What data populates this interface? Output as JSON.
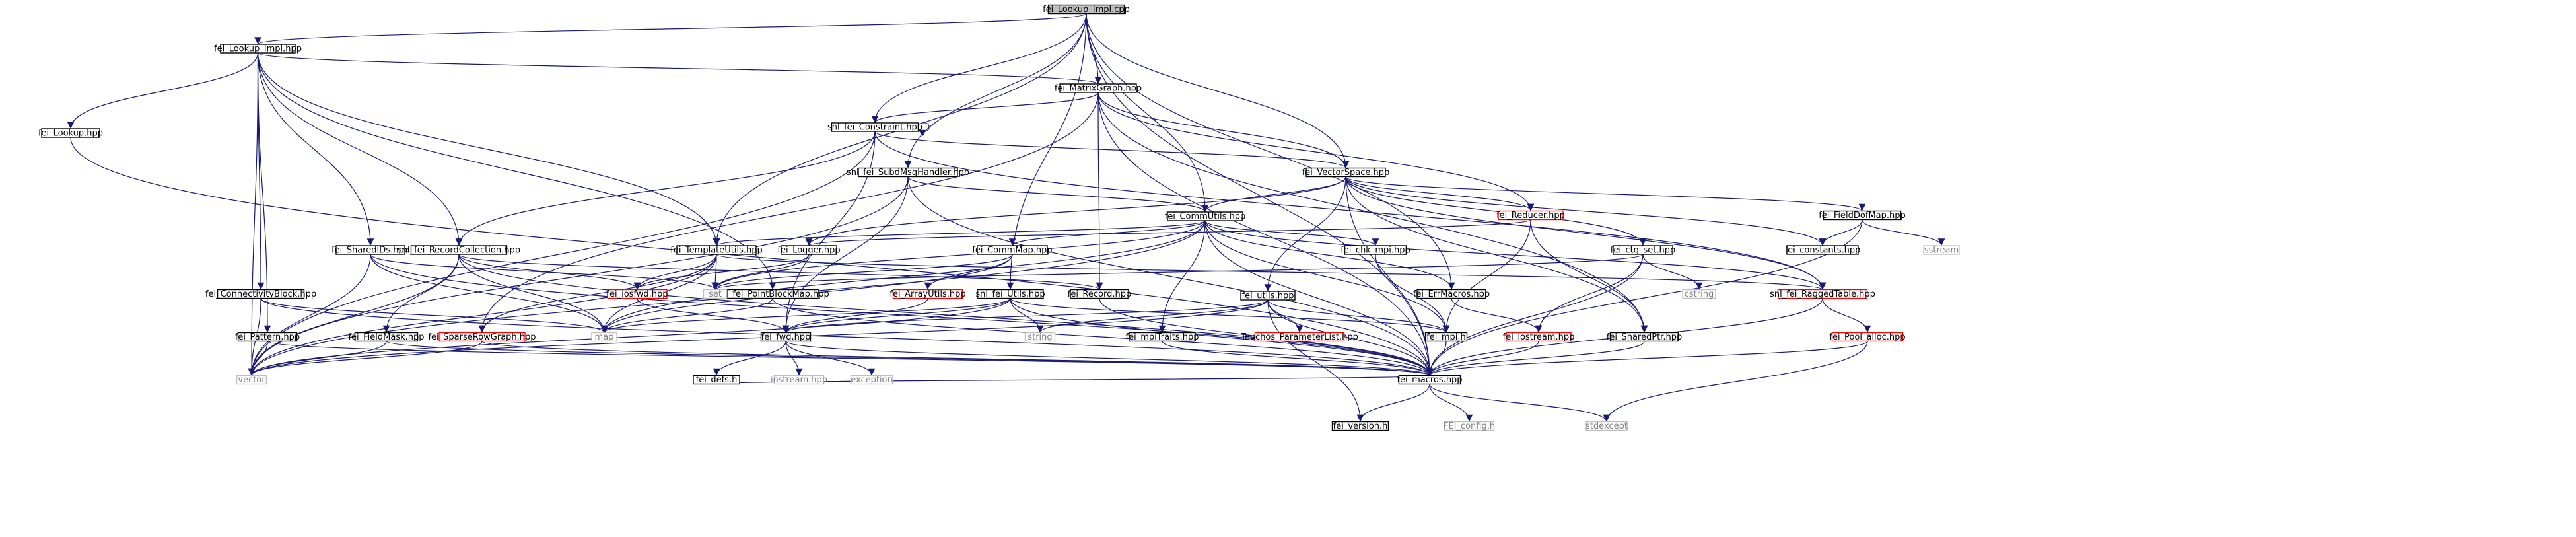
{
  "diagram": {
    "type": "include-dependency-graph",
    "colors": {
      "edge": "#191970",
      "root_fill": "#bfbfbf",
      "border": "#000000",
      "undocumented_border": "#ff0000",
      "external_border": "#bfbfbf",
      "external_text": "#7f7f7f"
    },
    "nodes": [
      {
        "id": "fei_Lookup_Impl_cpp",
        "label": "fei_Lookup_Impl.cpp",
        "kind": "root"
      },
      {
        "id": "fei_Lookup_Impl_hpp",
        "label": "fei_Lookup_Impl.hpp",
        "kind": "normal"
      },
      {
        "id": "fei_Lookup_hpp",
        "label": "fei_Lookup.hpp",
        "kind": "normal"
      },
      {
        "id": "fei_MatrixGraph_hpp",
        "label": "fei_MatrixGraph.hpp",
        "kind": "normal"
      },
      {
        "id": "snl_fei_Constraint_hpp",
        "label": "snl_fei_Constraint.hpp",
        "kind": "normal"
      },
      {
        "id": "snl_fei_SubdMsgHandler_hpp",
        "label": "snl_fei_SubdMsgHandler.hpp",
        "kind": "normal"
      },
      {
        "id": "fei_VectorSpace_hpp",
        "label": "fei_VectorSpace.hpp",
        "kind": "normal"
      },
      {
        "id": "fei_CommUtils_hpp",
        "label": "fei_CommUtils.hpp",
        "kind": "normal"
      },
      {
        "id": "fei_Reducer_hpp",
        "label": "fei_Reducer.hpp",
        "kind": "undocumented"
      },
      {
        "id": "fei_FieldDofMap_hpp",
        "label": "fei_FieldDofMap.hpp",
        "kind": "normal"
      },
      {
        "id": "fei_SharedIDs_hpp",
        "label": "fei_SharedIDs.hpp",
        "kind": "normal"
      },
      {
        "id": "snl_fei_RecordCollection_hpp",
        "label": "snl_fei_RecordCollection.hpp",
        "kind": "normal"
      },
      {
        "id": "fei_TemplateUtils_hpp",
        "label": "fei_TemplateUtils.hpp",
        "kind": "normal"
      },
      {
        "id": "fei_Logger_hpp",
        "label": "fei_Logger.hpp",
        "kind": "normal"
      },
      {
        "id": "fei_CommMap_hpp",
        "label": "fei_CommMap.hpp",
        "kind": "normal"
      },
      {
        "id": "fei_chk_mpi_hpp",
        "label": "fei_chk_mpi.hpp",
        "kind": "normal"
      },
      {
        "id": "fei_ctg_set_hpp",
        "label": "fei_ctg_set.hpp",
        "kind": "normal"
      },
      {
        "id": "fei_constants_hpp",
        "label": "fei_constants.hpp",
        "kind": "normal"
      },
      {
        "id": "sstream",
        "label": "sstream",
        "kind": "external"
      },
      {
        "id": "fei_ConnectivityBlock_hpp",
        "label": "fei_ConnectivityBlock.hpp",
        "kind": "normal"
      },
      {
        "id": "fei_iosfwd_hpp",
        "label": "fei_iosfwd.hpp",
        "kind": "undocumented"
      },
      {
        "id": "snl_fei_PointBlockMap_hpp",
        "label": "snl_fei_PointBlockMap.hpp",
        "kind": "normal"
      },
      {
        "id": "fei_ArrayUtils_hpp",
        "label": "fei_ArrayUtils.hpp",
        "kind": "undocumented"
      },
      {
        "id": "set",
        "label": "set",
        "kind": "external"
      },
      {
        "id": "snl_fei_Utils_hpp",
        "label": "snl_fei_Utils.hpp",
        "kind": "normal"
      },
      {
        "id": "fei_Record_hpp",
        "label": "fei_Record.hpp",
        "kind": "normal"
      },
      {
        "id": "fei_ErrMacros_hpp",
        "label": "fei_ErrMacros.hpp",
        "kind": "normal"
      },
      {
        "id": "cstring",
        "label": "cstring",
        "kind": "external"
      },
      {
        "id": "snl_fei_RaggedTable_hpp",
        "label": "snl_fei_RaggedTable.hpp",
        "kind": "undocumented"
      },
      {
        "id": "fei_utils_hpp",
        "label": "fei_utils.hpp",
        "kind": "normal"
      },
      {
        "id": "fei_Pattern_hpp",
        "label": "fei_Pattern.hpp",
        "kind": "normal"
      },
      {
        "id": "fei_FieldMask_hpp",
        "label": "fei_FieldMask.hpp",
        "kind": "normal"
      },
      {
        "id": "fei_SparseRowGraph_hpp",
        "label": "fei_SparseRowGraph.hpp",
        "kind": "undocumented"
      },
      {
        "id": "map",
        "label": "map",
        "kind": "external"
      },
      {
        "id": "fei_fwd_hpp",
        "label": "fei_fwd.hpp",
        "kind": "normal"
      },
      {
        "id": "string",
        "label": "string",
        "kind": "external"
      },
      {
        "id": "fei_mpiTraits_hpp",
        "label": "fei_mpiTraits.hpp",
        "kind": "normal"
      },
      {
        "id": "Teuchos_ParameterList_hpp",
        "label": "Teuchos_ParameterList.hpp",
        "kind": "undocumented"
      },
      {
        "id": "fei_mpi_h",
        "label": "fei_mpi.h",
        "kind": "normal"
      },
      {
        "id": "fei_iostream_hpp",
        "label": "fei_iostream.hpp",
        "kind": "undocumented"
      },
      {
        "id": "fei_SharedPtr_hpp",
        "label": "fei_SharedPtr.hpp",
        "kind": "normal"
      },
      {
        "id": "fei_Pool_alloc_hpp",
        "label": "fei_Pool_alloc.hpp",
        "kind": "undocumented"
      },
      {
        "id": "vector",
        "label": "vector",
        "kind": "external"
      },
      {
        "id": "fei_defs_h",
        "label": "fei_defs.h",
        "kind": "normal"
      },
      {
        "id": "iostream_hpp",
        "label": "iostream.hpp",
        "kind": "external"
      },
      {
        "id": "exception",
        "label": "exception",
        "kind": "external"
      },
      {
        "id": "fei_macros_hpp",
        "label": "fei_macros.hpp",
        "kind": "normal"
      },
      {
        "id": "stdexcept",
        "label": "stdexcept",
        "kind": "external"
      },
      {
        "id": "fei_version_h",
        "label": "fei_version.h",
        "kind": "normal"
      },
      {
        "id": "FEI_config_h",
        "label": "FEI_config.h",
        "kind": "external"
      }
    ],
    "edges": [
      [
        "fei_Lookup_Impl_cpp",
        "fei_Lookup_Impl_hpp"
      ],
      [
        "fei_Lookup_Impl_cpp",
        "fei_MatrixGraph_hpp"
      ],
      [
        "fei_Lookup_Impl_cpp",
        "snl_fei_Constraint_hpp"
      ],
      [
        "fei_Lookup_Impl_cpp",
        "snl_fei_SubdMsgHandler_hpp"
      ],
      [
        "fei_Lookup_Impl_cpp",
        "fei_VectorSpace_hpp"
      ],
      [
        "fei_Lookup_Impl_cpp",
        "fei_CommUtils_hpp"
      ],
      [
        "fei_Lookup_Impl_cpp",
        "fei_TemplateUtils_hpp"
      ],
      [
        "fei_Lookup_Impl_cpp",
        "snl_fei_Utils_hpp"
      ],
      [
        "fei_Lookup_Impl_cpp",
        "fei_ErrMacros_hpp"
      ],
      [
        "fei_Lookup_Impl_cpp",
        "fei_macros_hpp"
      ],
      [
        "fei_Lookup_Impl_hpp",
        "fei_Lookup_hpp"
      ],
      [
        "fei_Lookup_Impl_hpp",
        "fei_MatrixGraph_hpp"
      ],
      [
        "fei_Lookup_Impl_hpp",
        "fei_SharedIDs_hpp"
      ],
      [
        "fei_Lookup_Impl_hpp",
        "snl_fei_RecordCollection_hpp"
      ],
      [
        "fei_Lookup_Impl_hpp",
        "fei_TemplateUtils_hpp"
      ],
      [
        "fei_Lookup_Impl_hpp",
        "fei_ConnectivityBlock_hpp"
      ],
      [
        "fei_Lookup_Impl_hpp",
        "snl_fei_PointBlockMap_hpp"
      ],
      [
        "fei_Lookup_Impl_hpp",
        "fei_Pattern_hpp"
      ],
      [
        "fei_Lookup_Impl_hpp",
        "vector"
      ],
      [
        "fei_Lookup_hpp",
        "fei_macros_hpp"
      ],
      [
        "fei_MatrixGraph_hpp",
        "snl_fei_Constraint_hpp"
      ],
      [
        "fei_MatrixGraph_hpp",
        "fei_VectorSpace_hpp"
      ],
      [
        "fei_MatrixGraph_hpp",
        "fei_Reducer_hpp"
      ],
      [
        "fei_MatrixGraph_hpp",
        "fei_Record_hpp"
      ],
      [
        "fei_MatrixGraph_hpp",
        "fei_SparseRowGraph_hpp"
      ],
      [
        "fei_MatrixGraph_hpp",
        "fei_SharedPtr_hpp"
      ],
      [
        "fei_MatrixGraph_hpp",
        "fei_macros_hpp"
      ],
      [
        "snl_fei_Constraint_hpp",
        "snl_fei_Constraint_hpp"
      ],
      [
        "snl_fei_Constraint_hpp",
        "fei_VectorSpace_hpp"
      ],
      [
        "snl_fei_Constraint_hpp",
        "snl_fei_RecordCollection_hpp"
      ],
      [
        "snl_fei_Constraint_hpp",
        "fei_fwd_hpp"
      ],
      [
        "snl_fei_Constraint_hpp",
        "vector"
      ],
      [
        "snl_fei_Constraint_hpp",
        "snl_fei_RaggedTable_hpp"
      ],
      [
        "snl_fei_SubdMsgHandler_hpp",
        "fei_CommUtils_hpp"
      ],
      [
        "snl_fei_SubdMsgHandler_hpp",
        "fei_fwd_hpp"
      ],
      [
        "snl_fei_SubdMsgHandler_hpp",
        "vector"
      ],
      [
        "snl_fei_SubdMsgHandler_hpp",
        "fei_macros_hpp"
      ],
      [
        "fei_VectorSpace_hpp",
        "fei_CommUtils_hpp"
      ],
      [
        "fei_VectorSpace_hpp",
        "fei_Reducer_hpp"
      ],
      [
        "fei_VectorSpace_hpp",
        "fei_FieldDofMap_hpp"
      ],
      [
        "fei_VectorSpace_hpp",
        "fei_constants_hpp"
      ],
      [
        "fei_VectorSpace_hpp",
        "fei_ctg_set_hpp"
      ],
      [
        "fei_VectorSpace_hpp",
        "fei_Logger_hpp"
      ],
      [
        "fei_VectorSpace_hpp",
        "fei_utils_hpp"
      ],
      [
        "fei_VectorSpace_hpp",
        "snl_fei_RaggedTable_hpp"
      ],
      [
        "fei_VectorSpace_hpp",
        "fei_SharedPtr_hpp"
      ],
      [
        "fei_VectorSpace_hpp",
        "fei_macros_hpp"
      ],
      [
        "fei_CommUtils_hpp",
        "fei_TemplateUtils_hpp"
      ],
      [
        "fei_CommUtils_hpp",
        "fei_CommMap_hpp"
      ],
      [
        "fei_CommUtils_hpp",
        "fei_chk_mpi_hpp"
      ],
      [
        "fei_CommUtils_hpp",
        "fei_mpiTraits_hpp"
      ],
      [
        "fei_CommUtils_hpp",
        "fei_ErrMacros_hpp"
      ],
      [
        "fei_CommUtils_hpp",
        "fei_mpi_h"
      ],
      [
        "fei_CommUtils_hpp",
        "snl_fei_RaggedTable_hpp"
      ],
      [
        "fei_CommUtils_hpp",
        "map"
      ],
      [
        "fei_CommUtils_hpp",
        "set"
      ],
      [
        "fei_CommUtils_hpp",
        "vector"
      ],
      [
        "fei_CommUtils_hpp",
        "fei_macros_hpp"
      ],
      [
        "fei_Reducer_hpp",
        "fei_Logger_hpp"
      ],
      [
        "fei_Reducer_hpp",
        "fei_mpi_h"
      ],
      [
        "fei_Reducer_hpp",
        "fei_SharedPtr_hpp"
      ],
      [
        "fei_FieldDofMap_hpp",
        "fei_constants_hpp"
      ],
      [
        "fei_FieldDofMap_hpp",
        "sstream"
      ],
      [
        "fei_FieldDofMap_hpp",
        "fei_macros_hpp"
      ],
      [
        "fei_SharedIDs_hpp",
        "set"
      ],
      [
        "fei_SharedIDs_hpp",
        "map"
      ],
      [
        "fei_SharedIDs_hpp",
        "vector"
      ],
      [
        "fei_SharedIDs_hpp",
        "fei_macros_hpp"
      ],
      [
        "snl_fei_RecordCollection_hpp",
        "fei_Record_hpp"
      ],
      [
        "snl_fei_RecordCollection_hpp",
        "fei_FieldMask_hpp"
      ],
      [
        "snl_fei_RecordCollection_hpp",
        "fei_iosfwd_hpp"
      ],
      [
        "snl_fei_RecordCollection_hpp",
        "map"
      ],
      [
        "snl_fei_RecordCollection_hpp",
        "vector"
      ],
      [
        "snl_fei_RecordCollection_hpp",
        "fei_macros_hpp"
      ],
      [
        "fei_TemplateUtils_hpp",
        "fei_iosfwd_hpp"
      ],
      [
        "fei_TemplateUtils_hpp",
        "set"
      ],
      [
        "fei_TemplateUtils_hpp",
        "map"
      ],
      [
        "fei_TemplateUtils_hpp",
        "vector"
      ],
      [
        "fei_TemplateUtils_hpp",
        "fei_SparseRowGraph_hpp"
      ],
      [
        "fei_TemplateUtils_hpp",
        "snl_fei_RaggedTable_hpp"
      ],
      [
        "fei_Logger_hpp",
        "fei_iosfwd_hpp"
      ],
      [
        "fei_Logger_hpp",
        "set"
      ],
      [
        "fei_CommMap_hpp",
        "fei_ArrayUtils_hpp"
      ],
      [
        "fei_CommMap_hpp",
        "map"
      ],
      [
        "fei_CommMap_hpp",
        "set"
      ],
      [
        "fei_chk_mpi_hpp",
        "fei_mpi_h"
      ],
      [
        "fei_ctg_set_hpp",
        "cstring"
      ],
      [
        "fei_ctg_set_hpp",
        "set"
      ],
      [
        "fei_ctg_set_hpp",
        "fei_iostream_hpp"
      ],
      [
        "fei_ctg_set_hpp",
        "fei_macros_hpp"
      ],
      [
        "fei_ConnectivityBlock_hpp",
        "map"
      ],
      [
        "fei_ConnectivityBlock_hpp",
        "vector"
      ],
      [
        "fei_ConnectivityBlock_hpp",
        "fei_macros_hpp"
      ],
      [
        "fei_iosfwd_hpp",
        "fei_fwd_hpp"
      ],
      [
        "snl_fei_PointBlockMap_hpp",
        "map"
      ],
      [
        "snl_fei_PointBlockMap_hpp",
        "fei_macros_hpp"
      ],
      [
        "fei_ArrayUtils_hpp",
        "fei_fwd_hpp"
      ],
      [
        "snl_fei_Utils_hpp",
        "fei_fwd_hpp"
      ],
      [
        "snl_fei_Utils_hpp",
        "fei_mpi_h"
      ],
      [
        "snl_fei_Utils_hpp",
        "string"
      ],
      [
        "snl_fei_Utils_hpp",
        "vector"
      ],
      [
        "snl_fei_Utils_hpp",
        "map"
      ],
      [
        "snl_fei_Utils_hpp",
        "fei_macros_hpp"
      ],
      [
        "fei_Record_hpp",
        "fei_macros_hpp"
      ],
      [
        "fei_ErrMacros_hpp",
        "fei_iostream_hpp"
      ],
      [
        "snl_fei_RaggedTable_hpp",
        "fei_Pool_alloc_hpp"
      ],
      [
        "snl_fei_RaggedTable_hpp",
        "fei_macros_hpp"
      ],
      [
        "fei_utils_hpp",
        "fei_fwd_hpp"
      ],
      [
        "fei_utils_hpp",
        "Teuchos_ParameterList_hpp"
      ],
      [
        "fei_utils_hpp",
        "fei_mpi_h"
      ],
      [
        "fei_utils_hpp",
        "string"
      ],
      [
        "fei_utils_hpp",
        "fei_version_h"
      ],
      [
        "fei_utils_hpp",
        "vector"
      ],
      [
        "fei_utils_hpp",
        "fei_macros_hpp"
      ],
      [
        "fei_Pattern_hpp",
        "vector"
      ],
      [
        "fei_Pattern_hpp",
        "fei_macros_hpp"
      ],
      [
        "fei_FieldMask_hpp",
        "vector"
      ],
      [
        "fei_FieldMask_hpp",
        "fei_macros_hpp"
      ],
      [
        "fei_SparseRowGraph_hpp",
        "vector"
      ],
      [
        "fei_SparseRowGraph_hpp",
        "fei_macros_hpp"
      ],
      [
        "fei_fwd_hpp",
        "fei_defs_h"
      ],
      [
        "fei_fwd_hpp",
        "iostream_hpp"
      ],
      [
        "fei_fwd_hpp",
        "exception"
      ],
      [
        "fei_fwd_hpp",
        "fei_macros_hpp"
      ],
      [
        "fei_mpiTraits_hpp",
        "fei_macros_hpp"
      ],
      [
        "fei_mpi_h",
        "fei_macros_hpp"
      ],
      [
        "fei_iostream_hpp",
        "fei_macros_hpp"
      ],
      [
        "fei_SharedPtr_hpp",
        "fei_macros_hpp"
      ],
      [
        "fei_Pool_alloc_hpp",
        "stdexcept"
      ],
      [
        "fei_Pool_alloc_hpp",
        "fei_macros_hpp"
      ],
      [
        "fei_defs_h",
        "fei_macros_hpp"
      ],
      [
        "fei_macros_hpp",
        "fei_version_h"
      ],
      [
        "fei_macros_hpp",
        "FEI_config_h"
      ],
      [
        "fei_macros_hpp",
        "stdexcept"
      ]
    ]
  }
}
